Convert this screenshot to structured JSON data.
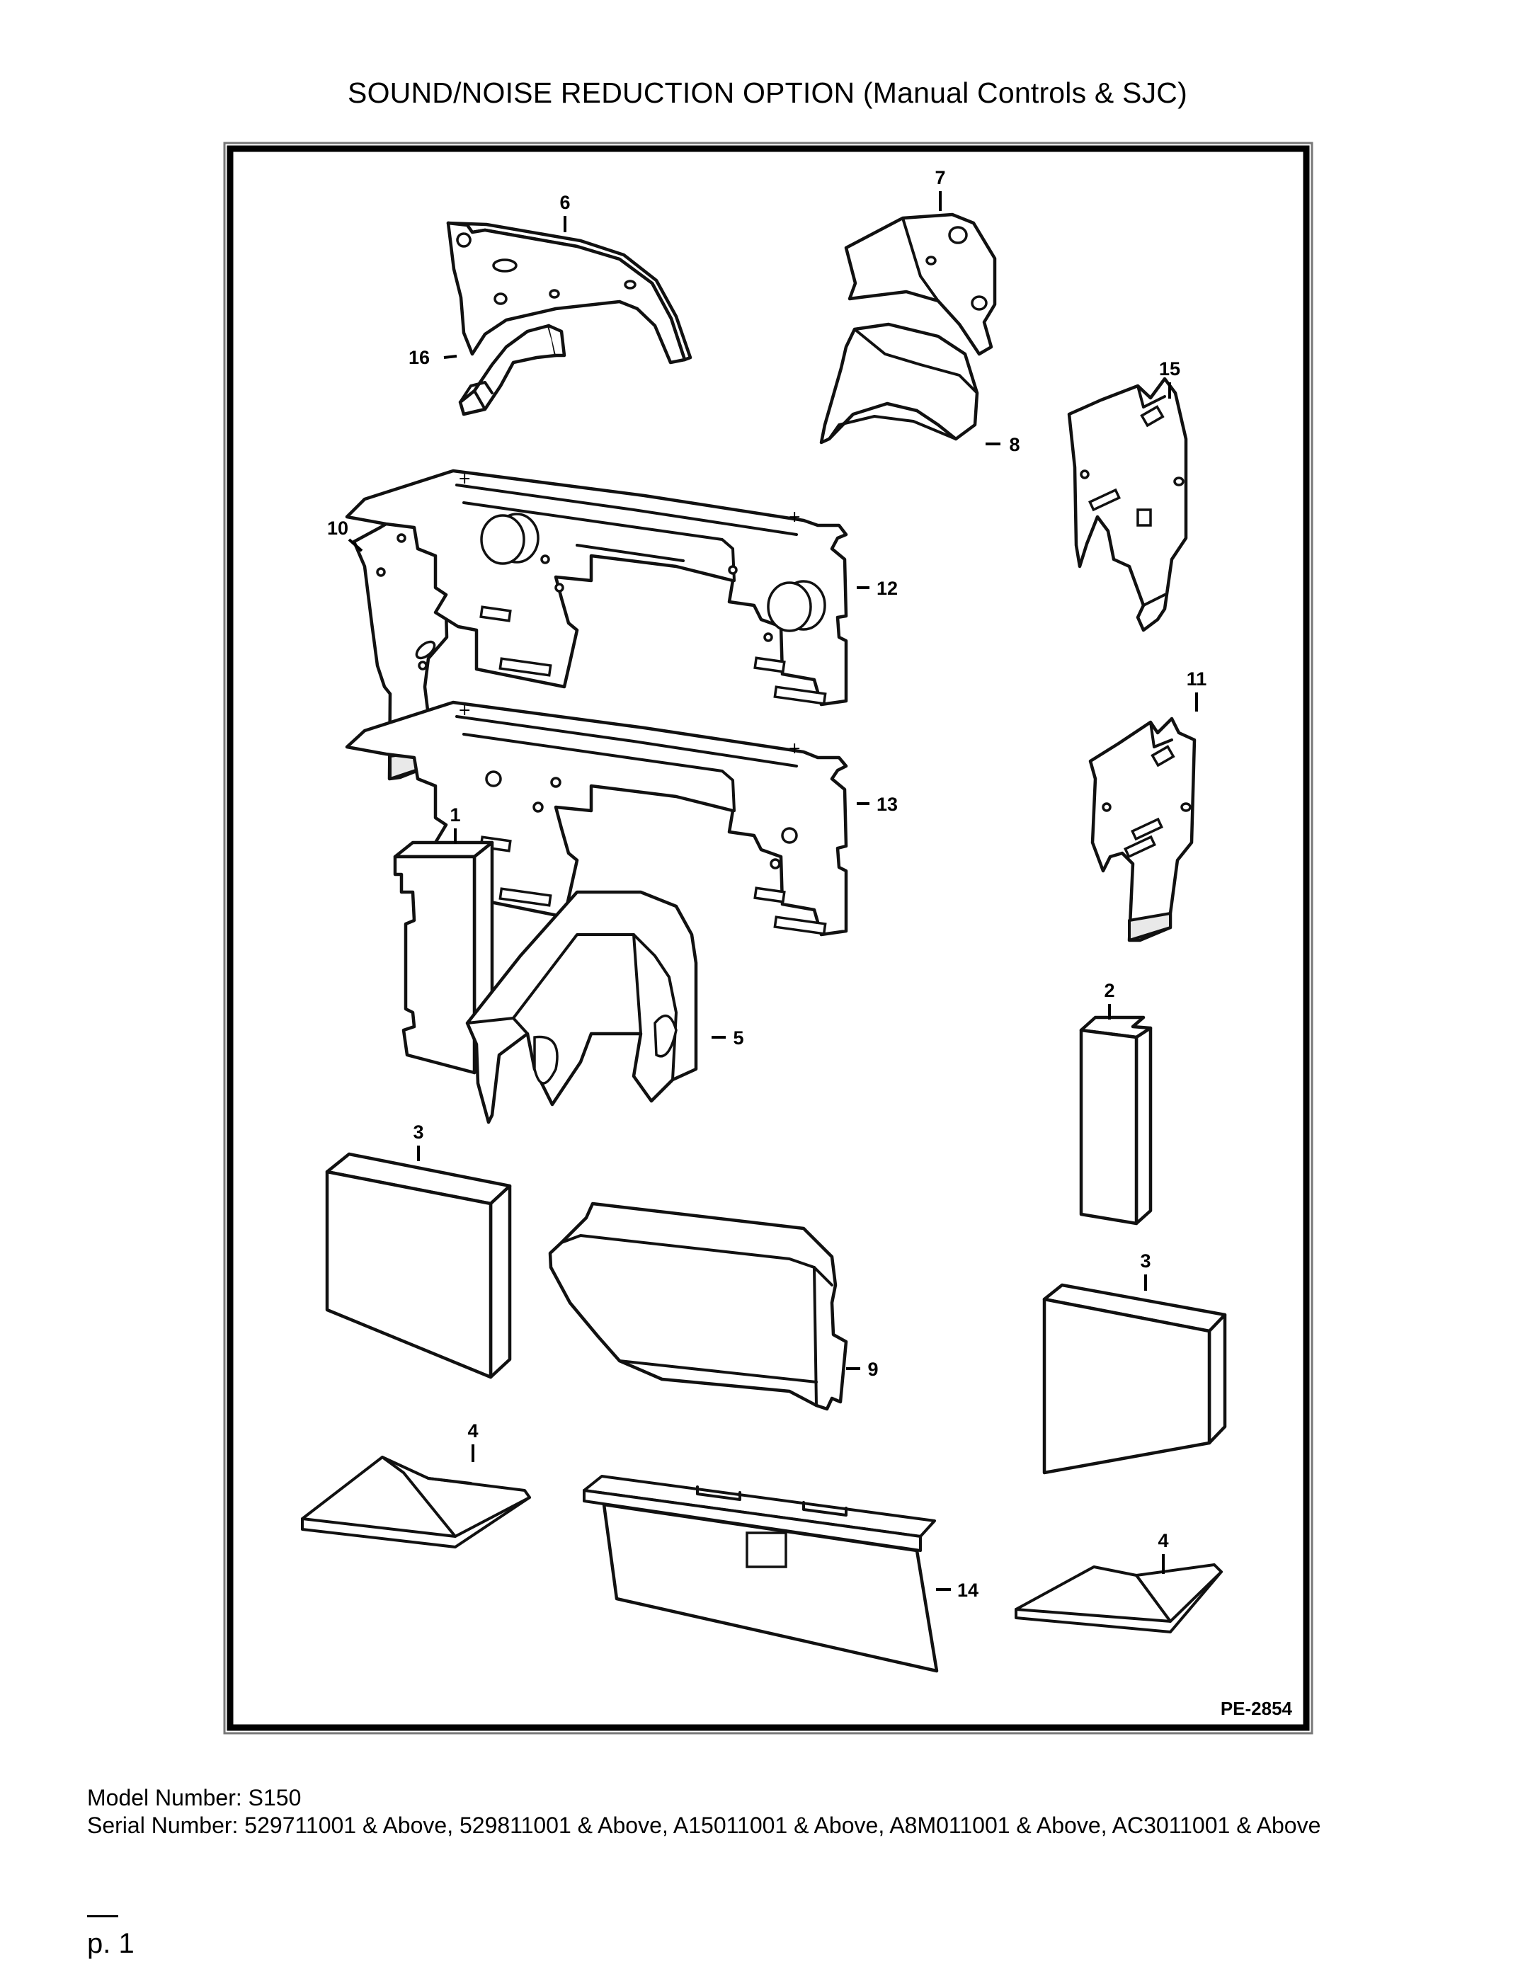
{
  "title": "SOUND/NOISE REDUCTION OPTION (Manual Controls & SJC)",
  "diagram": {
    "drawing_number": "PE-2854",
    "callouts": {
      "c6": "6",
      "c7": "7",
      "c15": "15",
      "c16": "16",
      "c8": "8",
      "c10": "10",
      "c12": "12",
      "c11": "11",
      "c13": "13",
      "c1": "1",
      "c2": "2",
      "c5": "5",
      "c3a": "3",
      "c3b": "3",
      "c9": "9",
      "c4a": "4",
      "c4b": "4",
      "c14": "14"
    }
  },
  "footer": {
    "model": "Model Number: S150",
    "serial": "Serial Number: 529711001 & Above, 529811001 & Above, A15011001 & Above, A8M011001 & Above, AC3011001 & Above"
  },
  "page": "p. 1"
}
